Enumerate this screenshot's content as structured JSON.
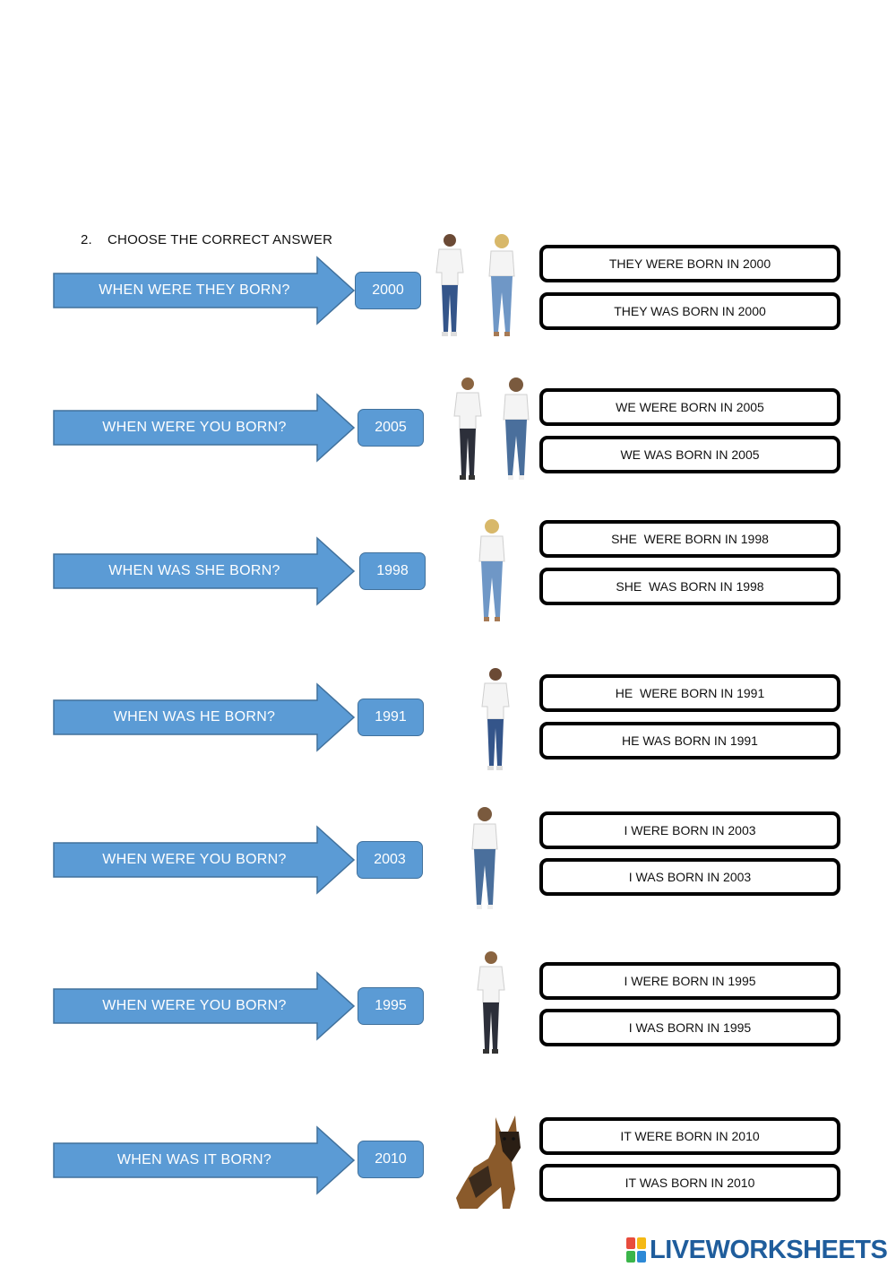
{
  "heading": {
    "number": "2.",
    "text": "CHOOSE THE CORRECT ANSWER"
  },
  "colors": {
    "arrow_fill": "#5b9bd5",
    "arrow_stroke": "#41719c",
    "brand": "#1f5d9c"
  },
  "questions": [
    {
      "question": "WHEN WERE THEY BORN?",
      "year": "2000",
      "picture": "man-and-woman",
      "options": [
        "THEY WERE BORN IN 2000",
        "THEY WAS BORN IN 2000"
      ]
    },
    {
      "question": "WHEN WERE YOU BORN?",
      "year": "2005",
      "picture": "man-and-woman",
      "options": [
        "WE WERE BORN IN 2005",
        "WE WAS BORN IN 2005"
      ]
    },
    {
      "question": "WHEN WAS SHE BORN?",
      "year": "1998",
      "picture": "woman",
      "options": [
        "SHE  WERE BORN IN 1998",
        "SHE  WAS BORN IN 1998"
      ]
    },
    {
      "question": "WHEN WAS HE BORN?",
      "year": "1991",
      "picture": "man",
      "options": [
        "HE  WERE BORN IN 1991",
        "HE WAS BORN IN 1991"
      ]
    },
    {
      "question": "WHEN WERE YOU BORN?",
      "year": "2003",
      "picture": "woman",
      "options": [
        "I WERE BORN IN 2003",
        "I WAS BORN IN 2003"
      ]
    },
    {
      "question": "WHEN WERE YOU BORN?",
      "year": "1995",
      "picture": "man",
      "options": [
        "I WERE BORN IN 1995",
        "I WAS BORN IN 1995"
      ]
    },
    {
      "question": "WHEN WAS IT BORN?",
      "year": "2010",
      "picture": "dog",
      "options": [
        "IT WERE BORN IN 2010",
        "IT WAS BORN IN 2010"
      ]
    }
  ],
  "footer": {
    "logo": "LIVEWORKSHEETS"
  }
}
